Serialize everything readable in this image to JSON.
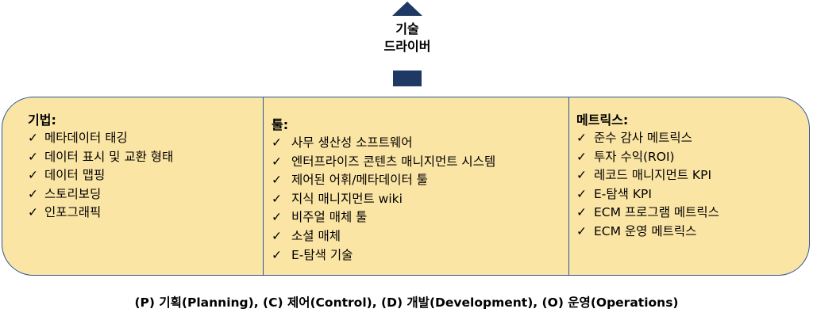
{
  "header": {
    "label_line1": "기술",
    "label_line2": "드라이버"
  },
  "icons": {
    "arrow": "up-arrow-icon",
    "check": "check-icon"
  },
  "colors": {
    "arrow": "#1f3864",
    "panel_fill": "#fbe5a5",
    "panel_border": "#2f5597"
  },
  "columns": {
    "techniques": {
      "title": "기법:",
      "items": [
        {
          "check": "✓",
          "label": "메타데이터 태깅"
        },
        {
          "check": "✓",
          "label": "데이터 표시 및 교환 형태"
        },
        {
          "check": "✓",
          "label": "데이터 맵핑"
        },
        {
          "check": "✓",
          "label": "스토리보딩"
        },
        {
          "check": "✓",
          "label": "인포그래픽"
        }
      ]
    },
    "tools": {
      "title": "툴:",
      "items": [
        {
          "check": "✓",
          "label": "사무 생산성 소프트웨어"
        },
        {
          "check": "✓",
          "label": "엔터프라이즈 콘텐츠 매니지먼트 시스템"
        },
        {
          "check": "✓",
          "label": "제어된 어휘/메타데이터 툴"
        },
        {
          "check": "✓",
          "label": "지식 매니지먼트 wiki"
        },
        {
          "check": "✓",
          "label": "비주얼 매체 툴"
        },
        {
          "check": "✓",
          "label": "소셜 매체"
        },
        {
          "check": "✓",
          "label": "E-탐색 기술"
        }
      ]
    },
    "metrics": {
      "title": "메트릭스:",
      "items": [
        {
          "check": "✓",
          "label": "준수 감사 메트릭스"
        },
        {
          "check": "✓",
          "label": "투자 수익(ROI)"
        },
        {
          "check": "✓",
          "label": "레코드 매니지먼트 KPI"
        },
        {
          "check": "✓",
          "label": "E-탐색 KPI"
        },
        {
          "check": "✓",
          "label": "ECM 프로그램 메트릭스"
        },
        {
          "check": "✓",
          "label": "ECM 운영 메트릭스"
        }
      ]
    }
  },
  "footer": {
    "text": "(P) 기획(Planning), (C) 제어(Control), (D) 개발(Development), (O) 운영(Operations)"
  }
}
